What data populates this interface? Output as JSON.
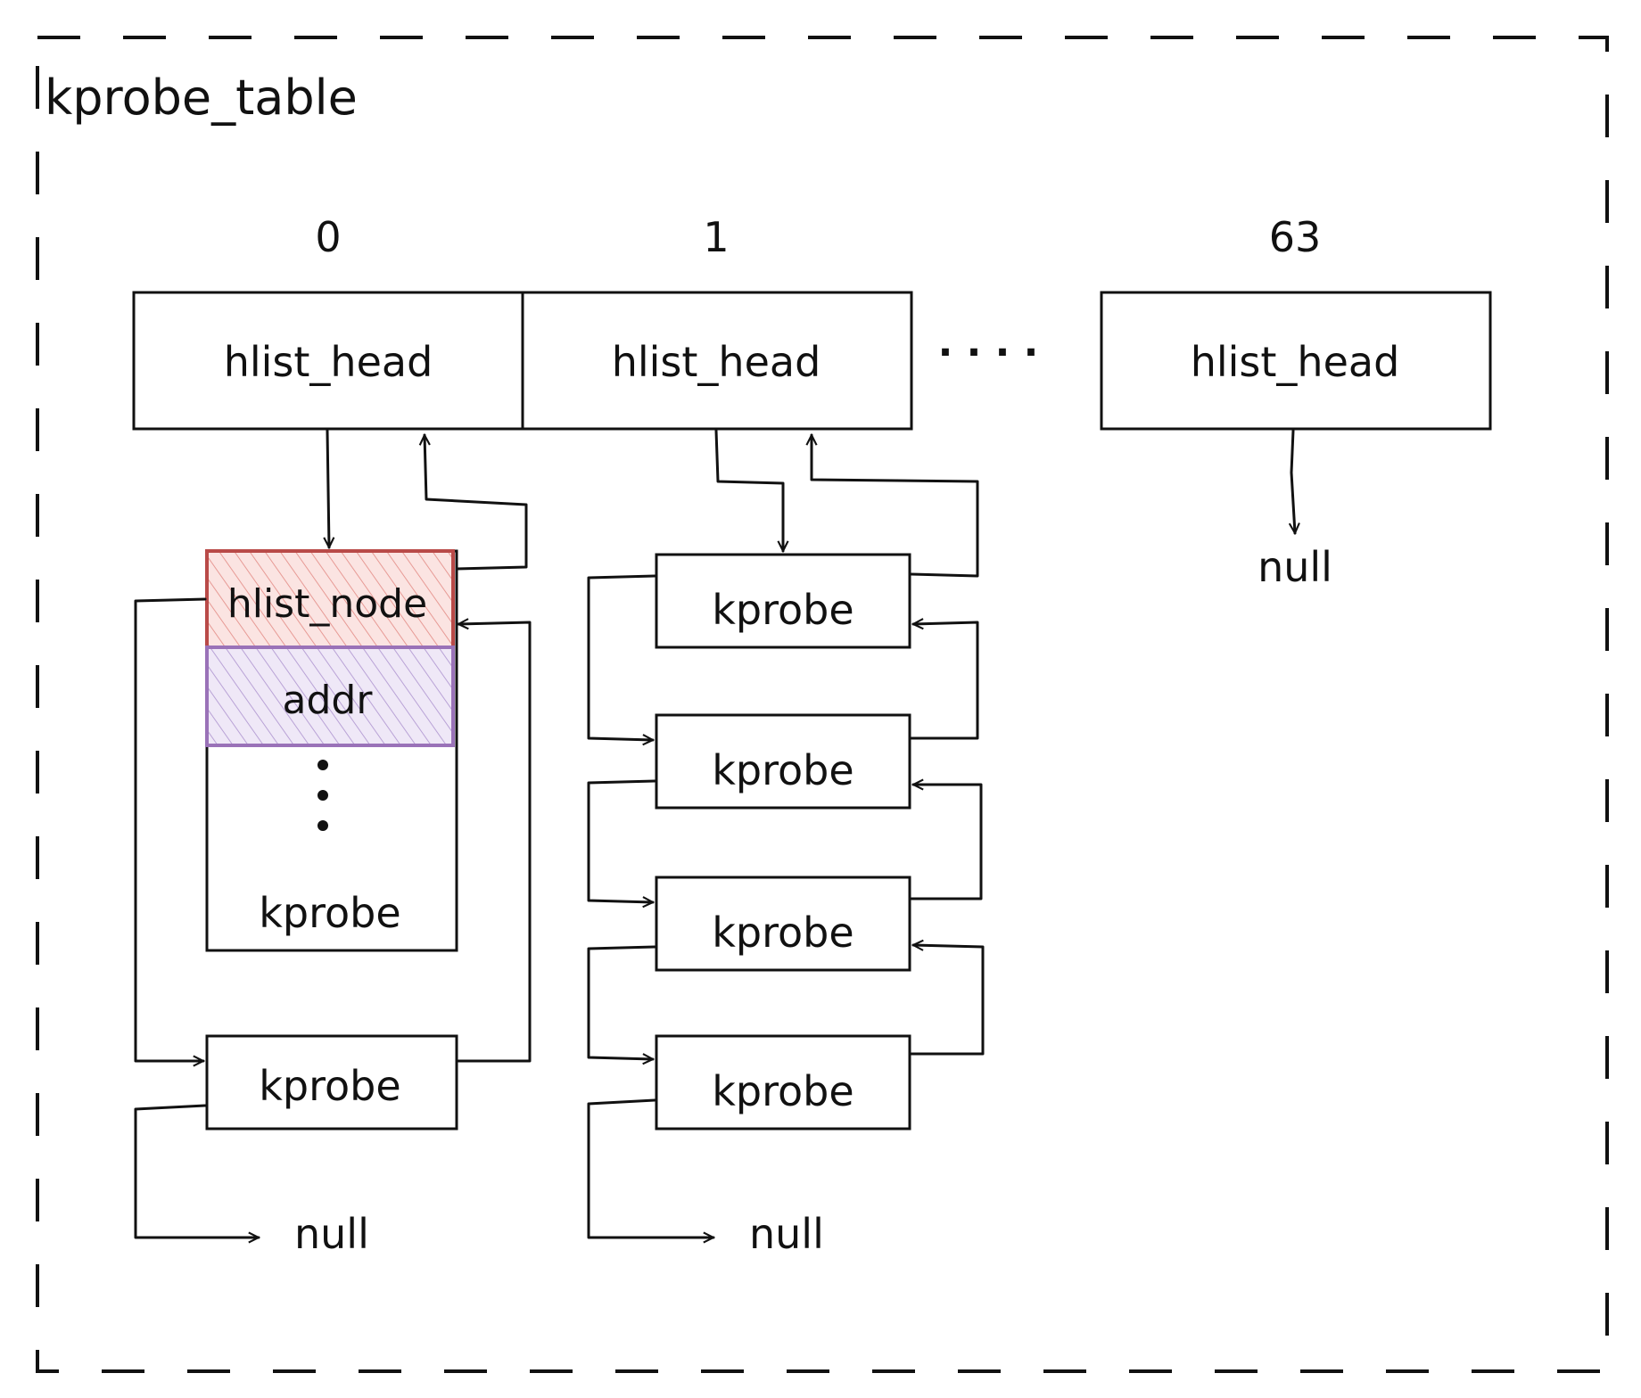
{
  "frame": {
    "title": "kprobe_table"
  },
  "buckets": [
    {
      "index": "0",
      "label": "hlist_head"
    },
    {
      "index": "1",
      "label": "hlist_head"
    },
    {
      "index": "63",
      "label": "hlist_head"
    }
  ],
  "ellipsis": "· · · ·",
  "bucket0": {
    "expanded": {
      "node_label": "hlist_node",
      "addr_label": "addr",
      "label": "kprobe"
    },
    "next": {
      "label": "kprobe"
    },
    "null_label": "null"
  },
  "bucket1": {
    "nodes": [
      {
        "label": "kprobe"
      },
      {
        "label": "kprobe"
      },
      {
        "label": "kprobe"
      },
      {
        "label": "kprobe"
      }
    ],
    "null_label": "null"
  },
  "bucket63": {
    "null_label": "null"
  },
  "colors": {
    "hlist_node_fill": "#f4c7c3",
    "hlist_node_stroke": "#b94a48",
    "addr_fill": "#ddd0ef",
    "addr_stroke": "#9a72b8",
    "ink": "#111111"
  }
}
